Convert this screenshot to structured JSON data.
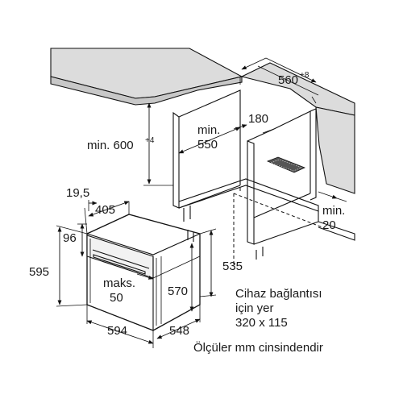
{
  "labels": {
    "cabinet_width": "560",
    "cabinet_width_tol": "+8",
    "niche_height": "min. 600",
    "niche_height_tol": "+4",
    "depth_line1": "min.",
    "depth_line2": "550",
    "vent_width": "180",
    "gap_line1": "min.",
    "gap_line2": "20",
    "oven_depth_top": "19,5",
    "oven_top_depth": "405",
    "panel_height": "96",
    "oven_height": "595",
    "oven_body_height": "535",
    "oven_inner_height": "570",
    "maks_line1": "maks.",
    "maks_line2": "50",
    "oven_width": "594",
    "oven_depth": "548",
    "connection_line1": "Cihaz bağlantısı",
    "connection_line2": "için yer",
    "connection_line3": "320 x 115",
    "units_note": "Ölçüler mm cinsindendir"
  },
  "arrow_icon": "dimension-arrow-icon",
  "colors": {
    "line": "#111111",
    "countertop": "#dcdcdc",
    "countertop_edge": "#c8c8c8"
  }
}
